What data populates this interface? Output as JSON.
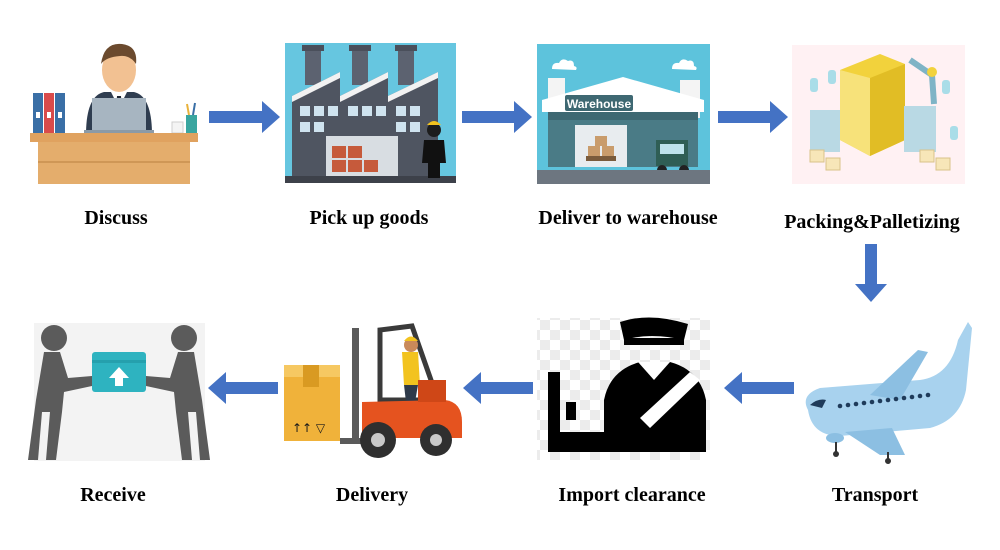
{
  "steps": [
    {
      "label": "Discuss",
      "icon": "meeting-desk-icon"
    },
    {
      "label": "Pick up goods",
      "icon": "factory-icon"
    },
    {
      "label": "Deliver to warehouse",
      "icon": "warehouse-icon",
      "sign": "Warehouse"
    },
    {
      "label": "Packing&Palletizing",
      "icon": "packing-machine-icon"
    },
    {
      "label": "Transport",
      "icon": "airplane-icon"
    },
    {
      "label": "Import clearance",
      "icon": "customs-officer-icon"
    },
    {
      "label": "Delivery",
      "icon": "forklift-icon"
    },
    {
      "label": "Receive",
      "icon": "package-handover-icon"
    }
  ],
  "colors": {
    "arrow": "#4472c4",
    "text": "#000000"
  }
}
